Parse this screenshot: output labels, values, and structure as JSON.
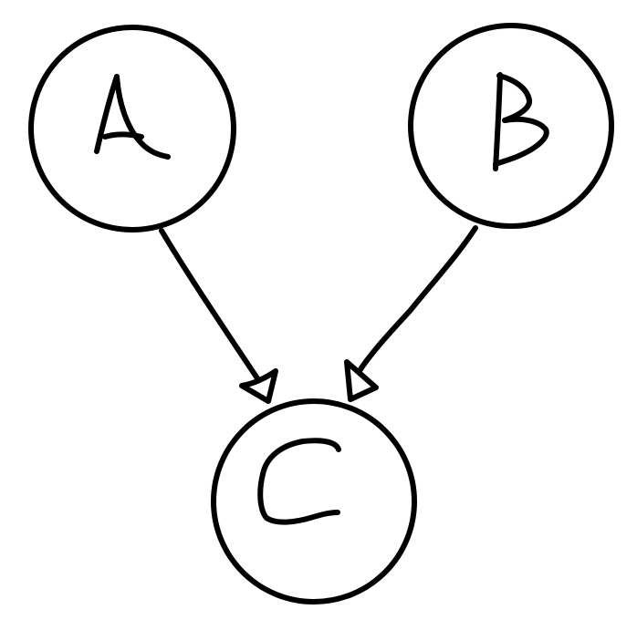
{
  "diagram": {
    "type": "directed-graph",
    "colors": {
      "stroke": "#000000",
      "background": "#ffffff"
    },
    "nodes": [
      {
        "id": "A",
        "label": "A"
      },
      {
        "id": "B",
        "label": "B"
      },
      {
        "id": "C",
        "label": "C"
      }
    ],
    "edges": [
      {
        "from": "A",
        "to": "C"
      },
      {
        "from": "B",
        "to": "C"
      }
    ]
  }
}
